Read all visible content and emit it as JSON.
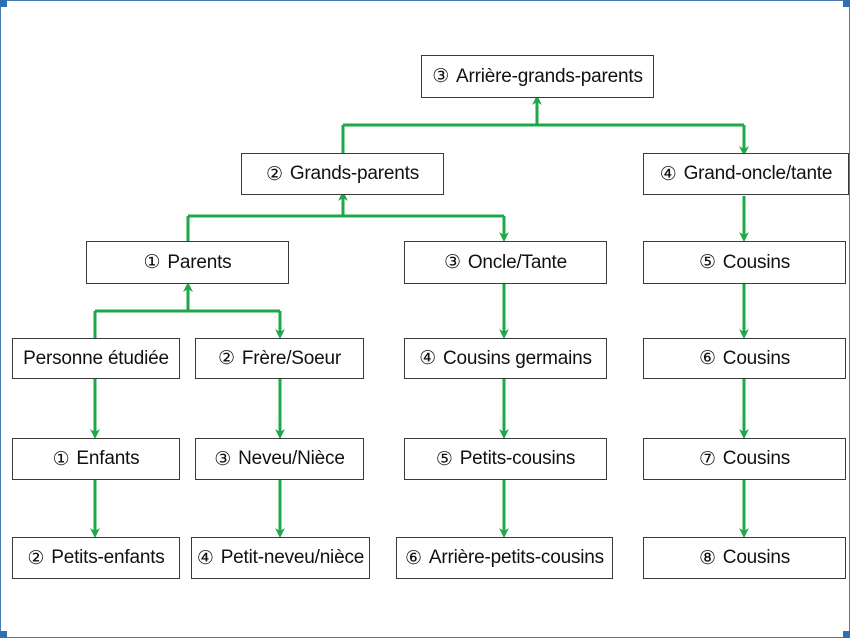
{
  "theme": {
    "line_color": "#1ea84a",
    "border_color": "#3a3a3a",
    "frame_color": "#4a7ab5"
  },
  "nodes": {
    "arriere_grands_parents": {
      "num": "③",
      "label": "Arrière-grands-parents"
    },
    "grands_parents": {
      "num": "②",
      "label": "Grands-parents"
    },
    "grand_oncle_tante": {
      "num": "④",
      "label": "Grand-oncle/tante"
    },
    "parents": {
      "num": "①",
      "label": "Parents"
    },
    "oncle_tante": {
      "num": "③",
      "label": "Oncle/Tante"
    },
    "cousins_5": {
      "num": "⑤",
      "label": "Cousins"
    },
    "personne_etudiee": {
      "num": "",
      "label": "Personne étudiée"
    },
    "frere_soeur": {
      "num": "②",
      "label": "Frère/Soeur"
    },
    "cousins_germains": {
      "num": "④",
      "label": "Cousins germains"
    },
    "cousins_6": {
      "num": "⑥",
      "label": "Cousins"
    },
    "enfants": {
      "num": "①",
      "label": "Enfants"
    },
    "neveu_niece": {
      "num": "③",
      "label": "Neveu/Nièce"
    },
    "petits_cousins": {
      "num": "⑤",
      "label": "Petits-cousins"
    },
    "cousins_7": {
      "num": "⑦",
      "label": "Cousins"
    },
    "petits_enfants": {
      "num": "②",
      "label": "Petits-enfants"
    },
    "petit_neveu_niece": {
      "num": "④",
      "label": "Petit-neveu/nièce"
    },
    "arriere_petits_cousins": {
      "num": "⑥",
      "label": "Arrière-petits-cousins"
    },
    "cousins_8": {
      "num": "⑧",
      "label": "Cousins"
    }
  }
}
